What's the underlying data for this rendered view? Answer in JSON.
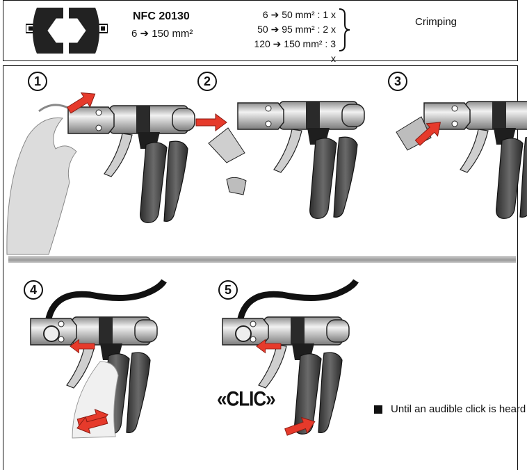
{
  "header": {
    "standard": "NFC 20130",
    "range": "6 ➔ 150 mm²",
    "ratios": [
      "6 ➔ 50 mm² : 1 x",
      "50 ➔ 95 mm² : 2 x",
      "120 ➔ 150 mm² : 3 x"
    ],
    "operation": "Crimping"
  },
  "steps": [
    {
      "number": "1"
    },
    {
      "number": "2"
    },
    {
      "number": "3"
    },
    {
      "number": "4"
    },
    {
      "number": "5"
    }
  ],
  "clic_label": "«CLIC»",
  "note": "Until an audible click is heard",
  "colors": {
    "arrow": "#e63a2b",
    "tool_grey": "#b9b9b9",
    "grip_dark": "#3a3a3a",
    "hand": "#d8d8d8"
  }
}
